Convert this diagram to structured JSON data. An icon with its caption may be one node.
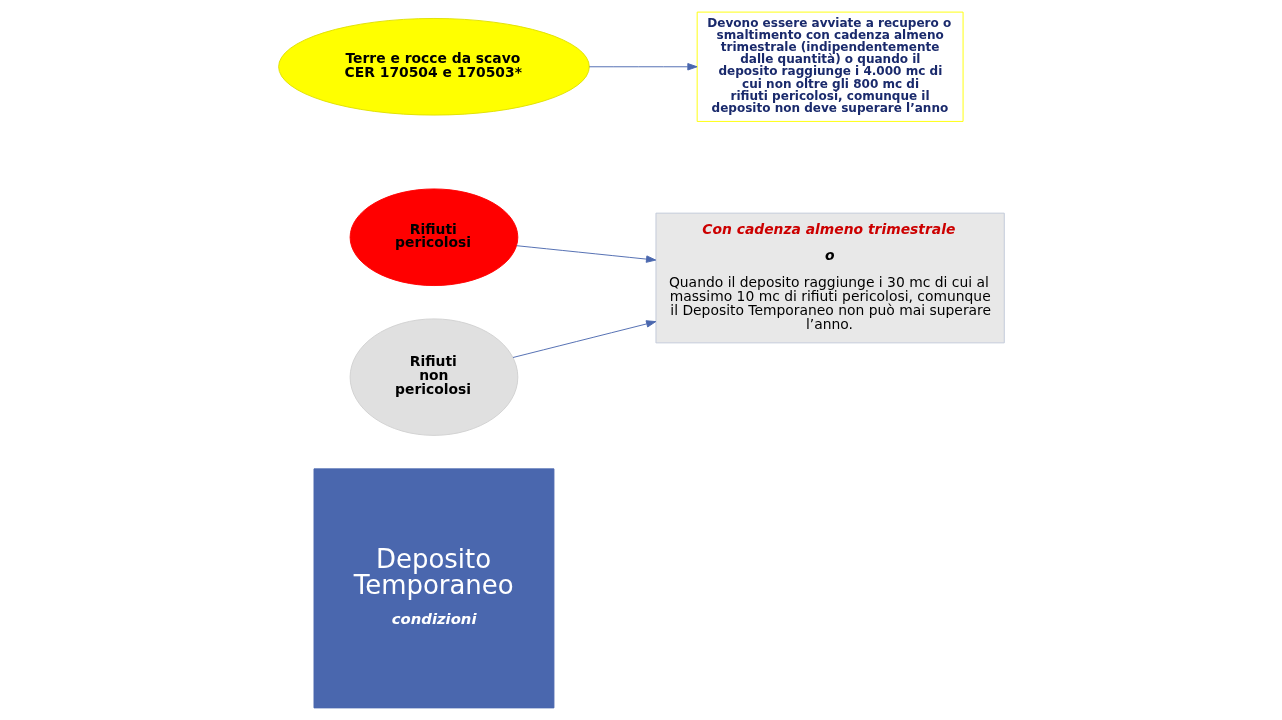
{
  "diagram": {
    "nodes": [
      {
        "text": [
          "Deposito Temporaneo",
          "condizioni"
        ]
      },
      {
        "text": [
          "Rifiuti pericolosi"
        ]
      },
      {
        "text": [
          "Con cadenza almeno trimestrale",
          "o",
          "Quando il deposito raggiunge i 30 mc di cui al massimo 10 mc di rifiuti pericolosi, comunque il Deposito Temporaneo non può mai superare l’anno."
        ]
      },
      {
        "text": [
          "Rifiuti non pericolosi"
        ]
      },
      {
        "text": [
          "Terre e rocce da scavo CER 170504 e 170503*"
        ]
      },
      {
        "text": [
          "Devono essere avviate a recupero o smaltimento con cadenza almeno trimestrale (indipendentemente dalle quantità) o quando il deposito raggiunge i 4.000 mc di cui non oltre gli 800 mc di rifiuti pericolosi, comunque il deposito non deve superare l’anno"
        ]
      }
    ],
    "edges": [
      {
        "from": 1,
        "to": 2,
        "arrow": "to"
      },
      {
        "from": 3,
        "to": 2,
        "arrow": "to"
      },
      {
        "from": 4,
        "to": 5,
        "arrow": "to"
      }
    ]
  }
}
